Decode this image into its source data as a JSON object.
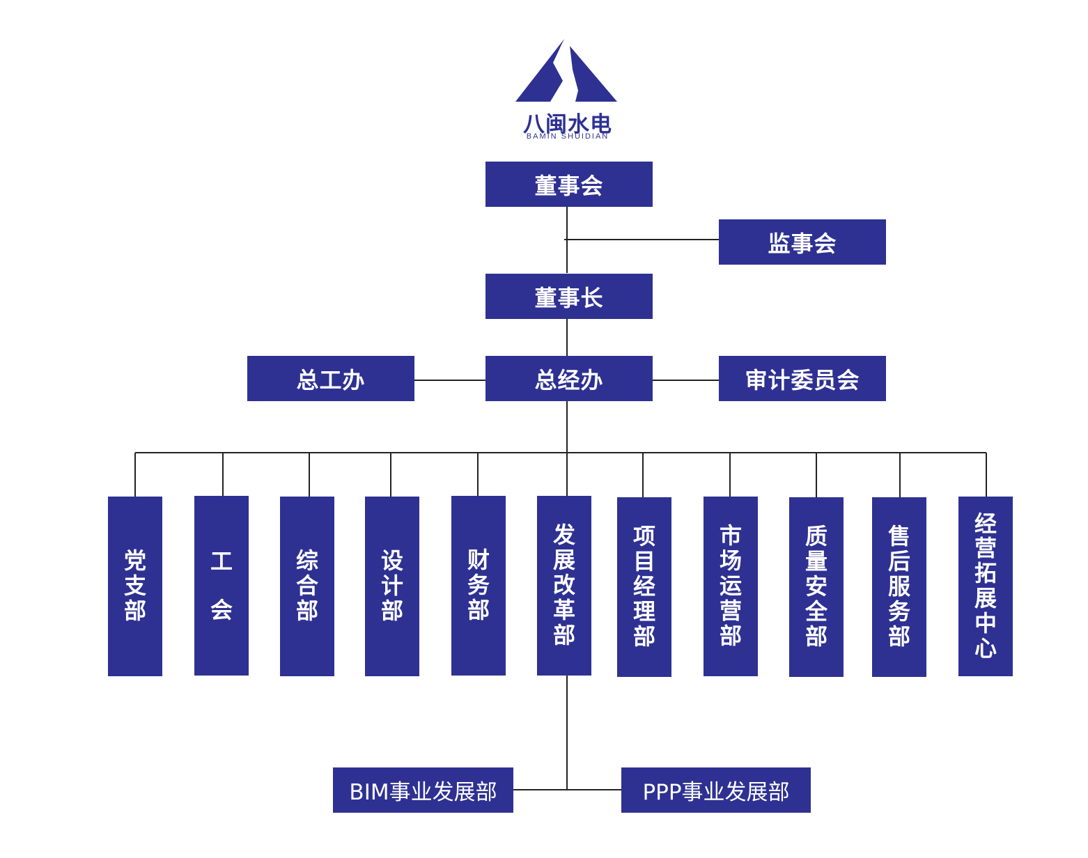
{
  "logo": {
    "name_cn": "八闽水电",
    "name_en": "BAMIN SHUIDIAN"
  },
  "nodes": {
    "board": "董事会",
    "supervisors": "监事会",
    "chairman": "董事长",
    "chief_engineer_office": "总工办",
    "gm_office": "总经办",
    "audit_committee": "审计委员会"
  },
  "departments": [
    "党支部",
    "工  会",
    "综合部",
    "设计部",
    "财务部",
    "发展改革部",
    "项目经理部",
    "市场运营部",
    "质量安全部",
    "售后服务部",
    "经营拓展中心"
  ],
  "sub_departments": [
    "BIM事业发展部",
    "PPP事业发展部"
  ],
  "colors": {
    "box": "#2e3192",
    "text": "#ffffff",
    "line": "#222222"
  }
}
